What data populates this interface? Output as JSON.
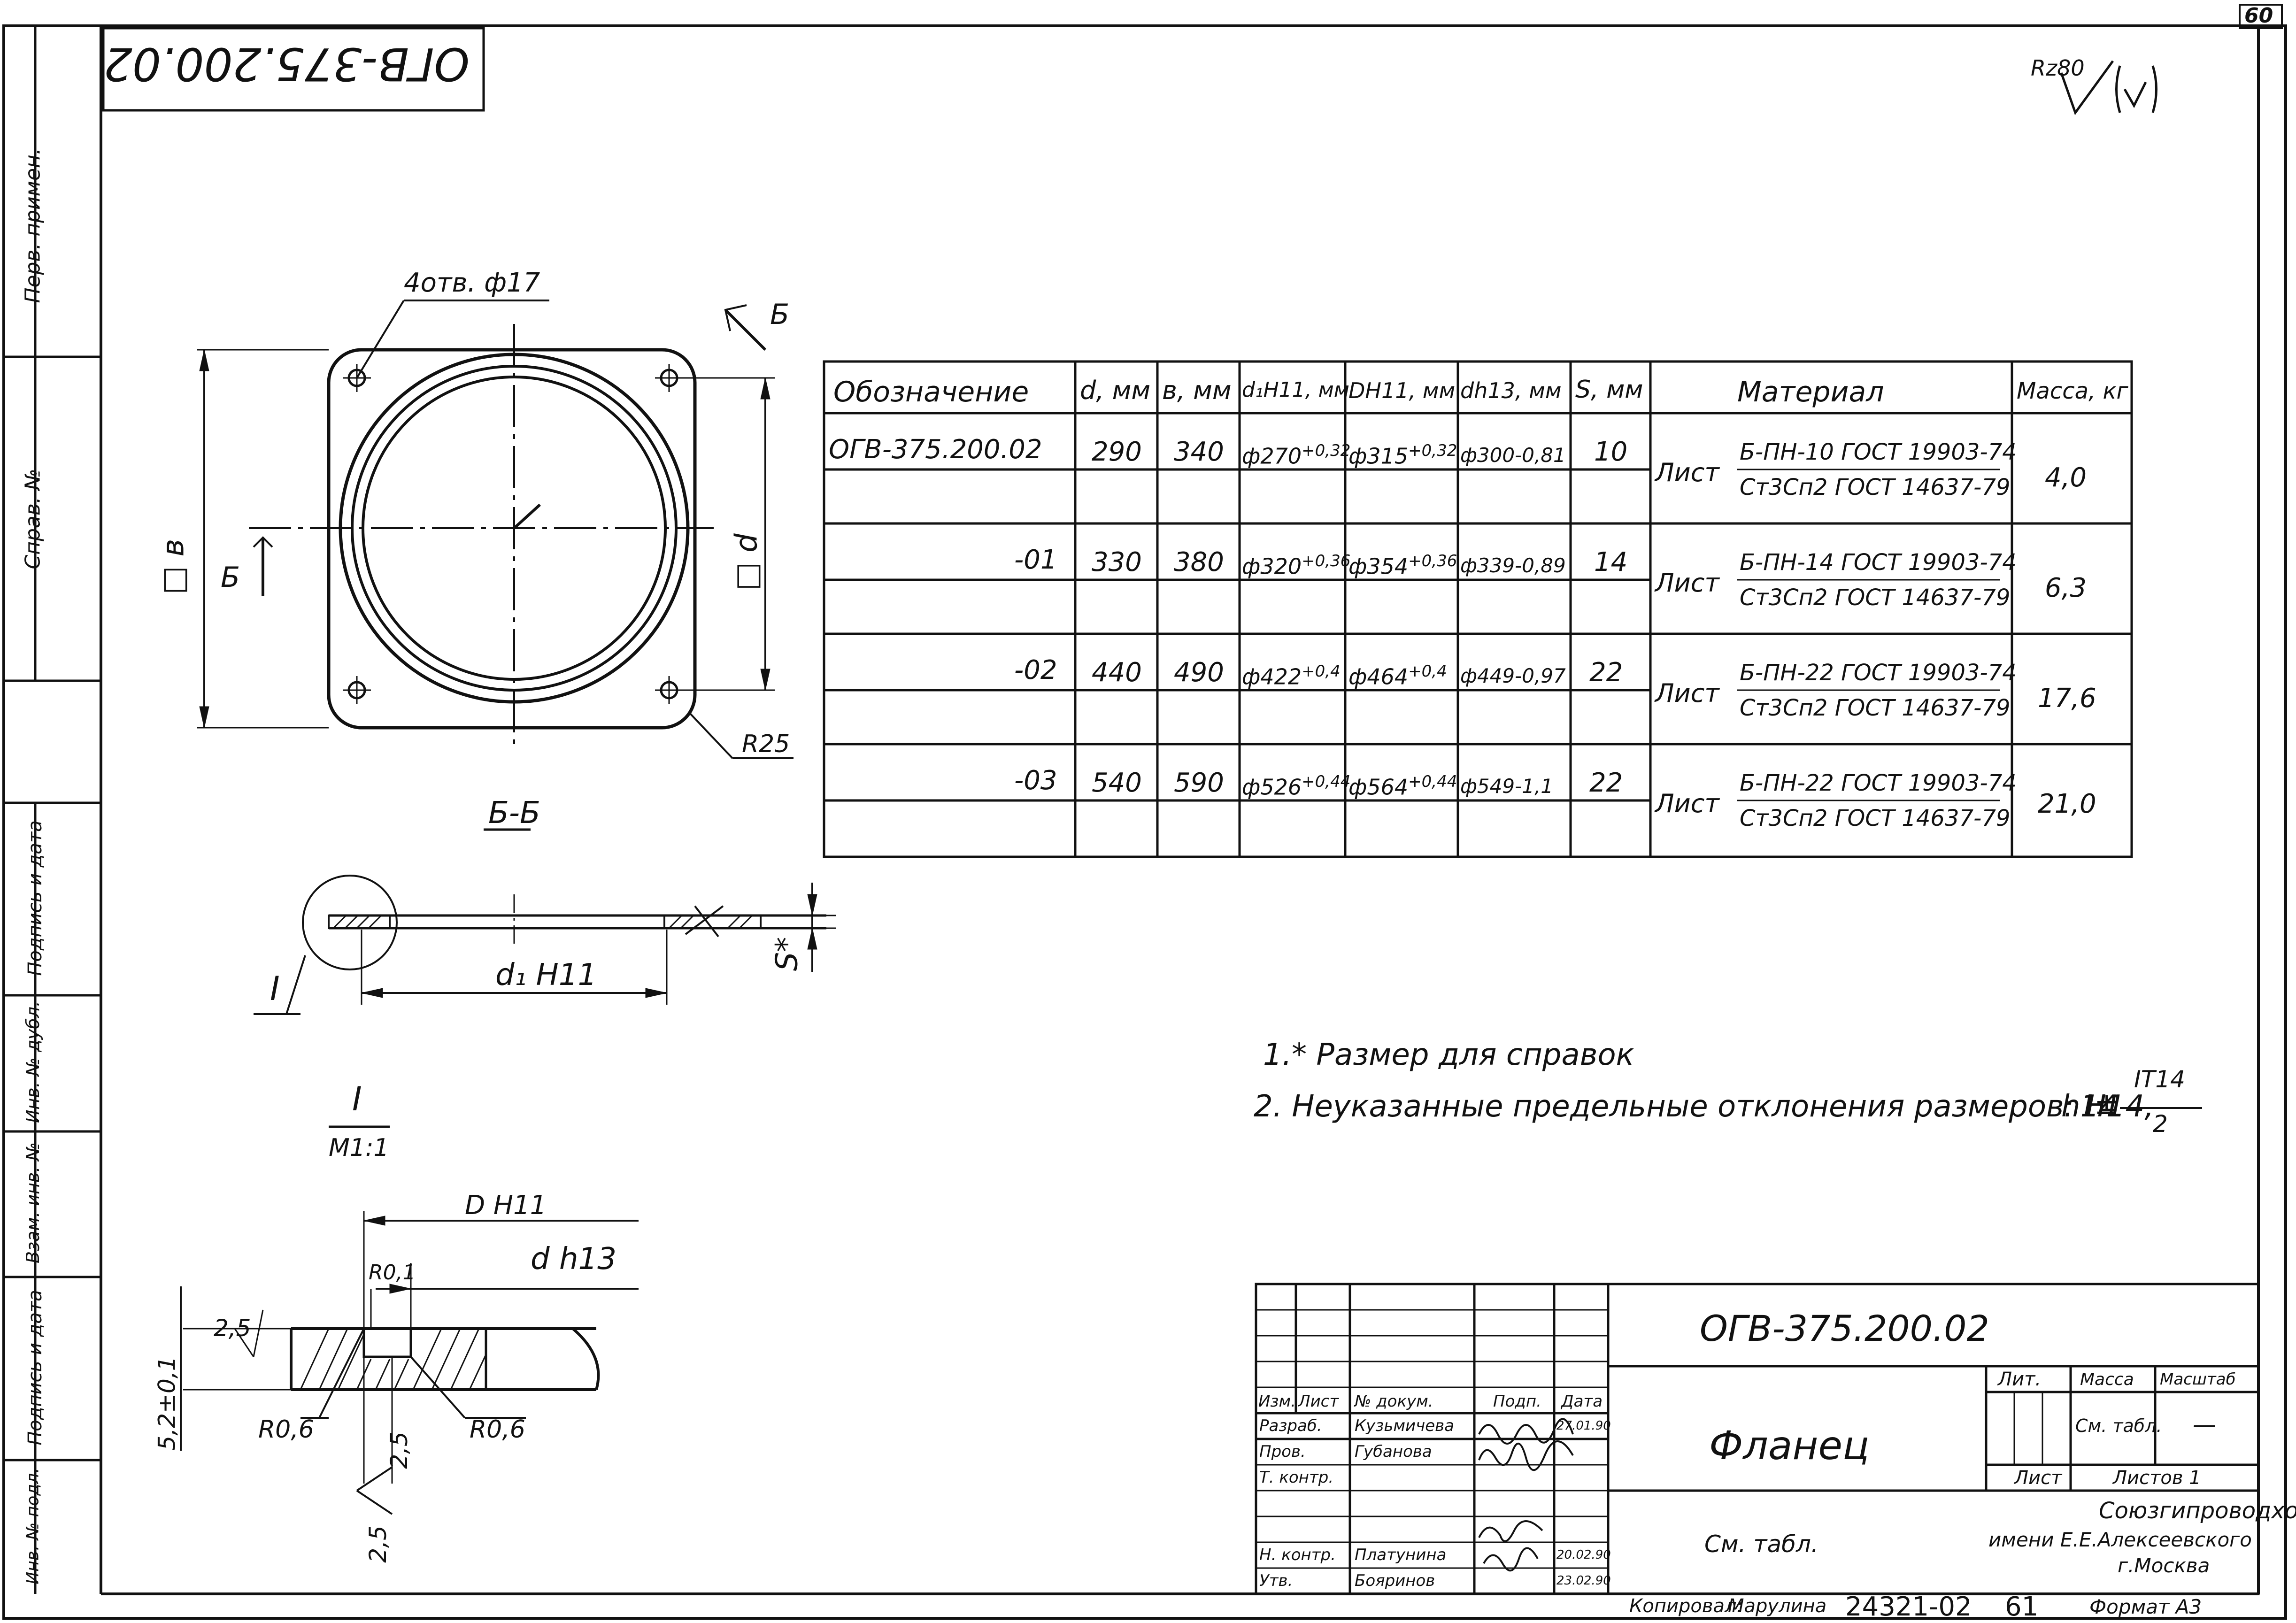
{
  "sheet_number": "60",
  "top_rotated_code": "ОГВ-375.200.02",
  "roughness": "Rz80",
  "side_stamp": {
    "perv_primen": "Перв. примен.",
    "sprav_no": "Справ. №",
    "podp_data_1": "Подпись и дата",
    "inv_dubl": "Инв. № дубл.",
    "vzam_inv": "Взам. инв. №",
    "podp_data_2": "Подпись и дата",
    "inv_podl": "Инв. № подл."
  },
  "view": {
    "holes_label": "4отв. ф17",
    "section_mark": "Б",
    "side_b": "□ в",
    "side_d": "□ d",
    "radius": "R25",
    "section_title": "Б-Б",
    "d1_label": "d₁ H11",
    "s_label": "S*",
    "detail_mark": "I"
  },
  "detail": {
    "title_mark": "I",
    "scale": "М1:1",
    "dh11": "D H11",
    "dh13": "d h13",
    "r01": "R0,1",
    "dim_25a": "2,5",
    "dim_52": "5,2±0,1",
    "r06a": "R0,6",
    "r06b": "R0,6",
    "dim_25b": "2,5",
    "dim_25c": "2,5"
  },
  "table": {
    "headers": [
      "Обозначение",
      "d, мм",
      "в, мм",
      "d₁H11, мм",
      "DH11, мм",
      "dh13, мм",
      "S, мм",
      "Материал",
      "Масса, кг"
    ],
    "rows": [
      {
        "designation": "ОГВ-375.200.02",
        "d": "290",
        "b": "340",
        "d1": "ф270",
        "d1_tol": "+0,32",
        "D": "ф315",
        "D_tol": "+0,32",
        "dh13": "ф300-0,81",
        "s": "10",
        "mat_prefix": "Лист",
        "mat_top": "Б-ПН-10 ГОСТ 19903-74",
        "mat_bottom": "Ст3Сп2 ГОСТ 14637-79",
        "mass": "4,0"
      },
      {
        "designation": "-01",
        "d": "330",
        "b": "380",
        "d1": "ф320",
        "d1_tol": "+0,36",
        "D": "ф354",
        "D_tol": "+0,36",
        "dh13": "ф339-0,89",
        "s": "14",
        "mat_prefix": "Лист",
        "mat_top": "Б-ПН-14 ГОСТ 19903-74",
        "mat_bottom": "Ст3Сп2 ГОСТ 14637-79",
        "mass": "6,3"
      },
      {
        "designation": "-02",
        "d": "440",
        "b": "490",
        "d1": "ф422",
        "d1_tol": "+0,4",
        "D": "ф464",
        "D_tol": "+0,4",
        "dh13": "ф449-0,97",
        "s": "22",
        "mat_prefix": "Лист",
        "mat_top": "Б-ПН-22 ГОСТ 19903-74",
        "mat_bottom": "Ст3Сп2 ГОСТ 14637-79",
        "mass": "17,6"
      },
      {
        "designation": "-03",
        "d": "540",
        "b": "590",
        "d1": "ф526",
        "d1_tol": "+0,44",
        "D": "ф564",
        "D_tol": "+0,44",
        "dh13": "ф549-1,1",
        "s": "22",
        "mat_prefix": "Лист",
        "mat_top": "Б-ПН-22 ГОСТ 19903-74",
        "mat_bottom": "Ст3Сп2 ГОСТ 14637-79",
        "mass": "21,0"
      }
    ]
  },
  "notes": {
    "note1": "1.* Размер для справок",
    "note2": "2. Неуказанные предельные отклонения размеров: H14,",
    "note2_h": "h14",
    "note2_frac_num": "IT14",
    "note2_frac_den": "2"
  },
  "title_block": {
    "code": "ОГВ-375.200.02",
    "name": "Фланец",
    "material_ref": "См. табл.",
    "lit_label": "Лит.",
    "mass_label": "Масса",
    "scale_label": "Масштаб",
    "mass_value": "См. табл.",
    "scale_value": "—",
    "sheet_label": "Лист",
    "sheets_label": "Листов 1",
    "org_line1": "Союзгипроводхоз",
    "org_line2": "имени Е.Е.Алексеевского",
    "org_line3": "г.Москва",
    "col_izm": "Изм.",
    "col_list": "Лист",
    "col_doc": "№ докум.",
    "col_podp": "Подп.",
    "col_date": "Дата",
    "people": [
      {
        "role": "Разраб.",
        "name": "Кузьмичева",
        "date": "27.01.90"
      },
      {
        "role": "Пров.",
        "name": "Губанова",
        "date": ""
      },
      {
        "role": "Т. контр.",
        "name": "",
        "date": ""
      },
      {
        "role": "Н. контр.",
        "name": "Платунина",
        "date": "20.02.90"
      },
      {
        "role": "Утв.",
        "name": "Бояринов",
        "date": "23.02.90"
      }
    ],
    "copied_label": "Копировал:",
    "copied_name": "Марулина",
    "archive_no": "24321-02",
    "archive_sheet": "61",
    "format_label": "Формат А3"
  }
}
